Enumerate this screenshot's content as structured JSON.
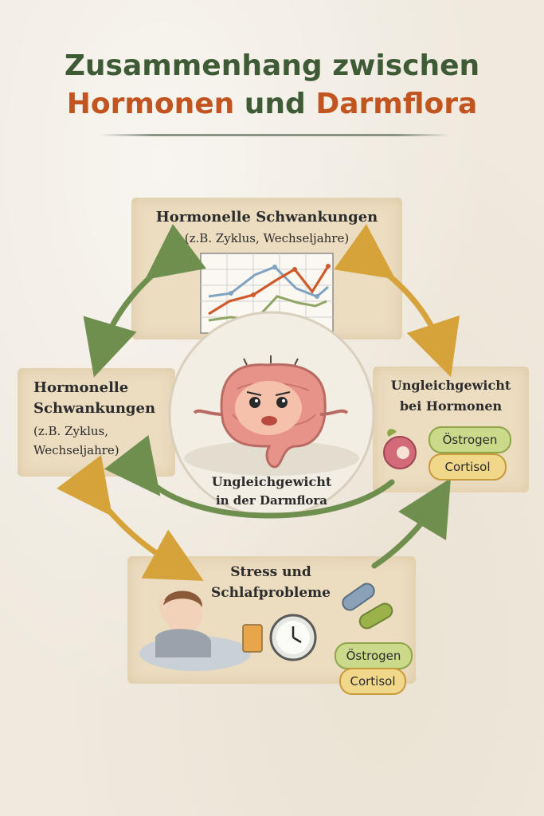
{
  "title": {
    "line1": "Zusammenhang zwischen",
    "line2_part1": "Hormonen",
    "line2_part2": "und",
    "line2_part3": "Darmflora"
  },
  "top_card": {
    "title": "Hormonelle Schwankungen",
    "subtitle": "(z.B. Zyklus, Wechseljahre)"
  },
  "left_card": {
    "title_line1": "Hormonelle",
    "title_line2": "Schwankungen",
    "subtitle_line1": "(z.B. Zyklus,",
    "subtitle_line2": "Wechseljahre)"
  },
  "right_card": {
    "title_line1": "Ungleichgewicht",
    "title_line2": "bei Hormonen",
    "pill1": "Östrogen",
    "pill2": "Cortisol"
  },
  "center": {
    "label_line1": "Ungleichgewicht",
    "label_line2": "in der Darmflora"
  },
  "bottom_card": {
    "title_line1": "Stress und",
    "title_line2": "Schlafprobleme",
    "pill1": "Östrogen",
    "pill2": "Cortisol"
  },
  "colors": {
    "title_green": "#3e5b36",
    "title_orange": "#c2541f",
    "arrow_green": "#6f8f4e",
    "arrow_gold": "#d6a23a",
    "intestine_pink": "#e8938a"
  },
  "icons": [
    "line-chart-icon",
    "intestine-icon",
    "woman-headache-icon",
    "alarm-clock-icon",
    "glass-icon",
    "bacteria-icon",
    "hormone-cell-icon"
  ]
}
